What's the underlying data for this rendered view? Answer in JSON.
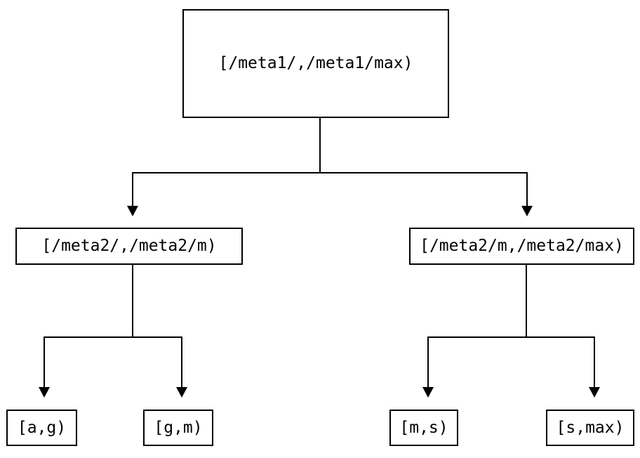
{
  "diagram": {
    "type": "tree",
    "description": "Range addressing tree: meta1 range pointing to meta2 ranges pointing to data ranges",
    "colors": {
      "background": "#ffffff",
      "line": "#000000",
      "text": "#000000"
    },
    "nodes": {
      "root": {
        "label": "[/meta1/,/meta1/max)",
        "level": 0
      },
      "meta2_left": {
        "label": "[/meta2/,/meta2/m)",
        "level": 1
      },
      "meta2_right": {
        "label": "[/meta2/m,/meta2/max)",
        "level": 1
      },
      "leaf_ag": {
        "label": "[a,g)",
        "level": 2
      },
      "leaf_gm": {
        "label": "[g,m)",
        "level": 2
      },
      "leaf_ms": {
        "label": "[m,s)",
        "level": 2
      },
      "leaf_smax": {
        "label": "[s,max)",
        "level": 2
      }
    },
    "edges": [
      {
        "from": "root",
        "to": "meta2_left"
      },
      {
        "from": "root",
        "to": "meta2_right"
      },
      {
        "from": "meta2_left",
        "to": "leaf_ag"
      },
      {
        "from": "meta2_left",
        "to": "leaf_gm"
      },
      {
        "from": "meta2_right",
        "to": "leaf_ms"
      },
      {
        "from": "meta2_right",
        "to": "leaf_smax"
      }
    ]
  }
}
